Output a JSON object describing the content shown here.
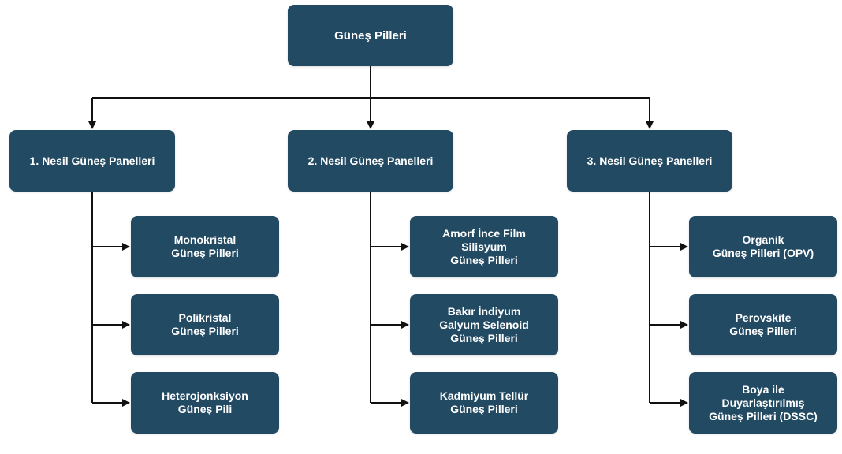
{
  "root": {
    "label": "Güneş Pilleri"
  },
  "generations": [
    {
      "label": "1. Nesil Güneş Panelleri",
      "children": [
        {
          "label": "Monokristal\nGüneş Pilleri"
        },
        {
          "label": "Polikristal\nGüneş Pilleri"
        },
        {
          "label": "Heterojonksiyon\nGüneş Pili"
        }
      ]
    },
    {
      "label": "2. Nesil Güneş Panelleri",
      "children": [
        {
          "label": "Amorf İnce Film\nSilisyum\nGüneş Pilleri"
        },
        {
          "label": "Bakır İndiyum\nGalyum Selenoid\nGüneş Pilleri"
        },
        {
          "label": "Kadmiyum Tellür\nGüneş Pilleri"
        }
      ]
    },
    {
      "label": "3. Nesil Güneş Panelleri",
      "children": [
        {
          "label": "Organik\nGüneş Pilleri (OPV)"
        },
        {
          "label": "Perovskite\nGüneş Pilleri"
        },
        {
          "label": "Boya ile\nDuyarlaştırılmış\nGüneş Pilleri (DSSC)"
        }
      ]
    }
  ],
  "colors": {
    "node_fill": "#234a63",
    "node_text": "#ffffff",
    "connector": "#111111"
  }
}
